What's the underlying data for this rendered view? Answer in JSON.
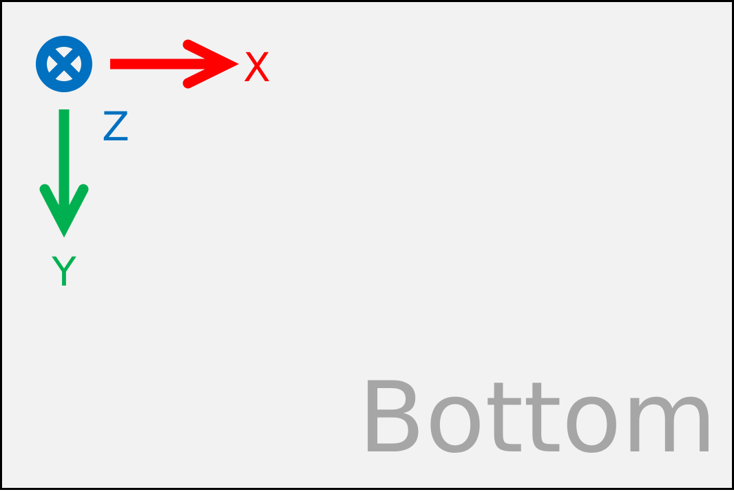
{
  "axes": {
    "x": {
      "label": "X",
      "color": "#ff0000"
    },
    "y": {
      "label": "Y",
      "color": "#00b050"
    },
    "z": {
      "label": "Z",
      "color": "#0070c0",
      "direction": "into-page"
    }
  },
  "view": {
    "label": "Bottom",
    "color": "#a6a6a6"
  },
  "colors": {
    "background": "#f2f2f2",
    "border": "#000000"
  }
}
